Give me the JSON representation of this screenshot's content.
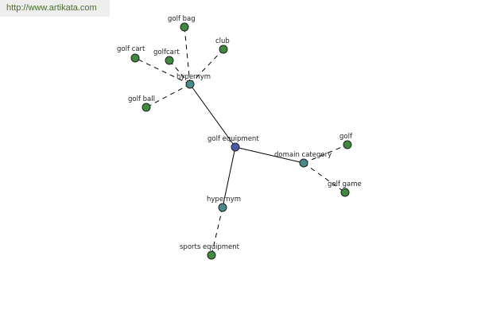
{
  "banner": {
    "url_text": "http://www.artikata.com"
  },
  "colors": {
    "root_node": "#4b58a8",
    "relation_node": "#4a8a8a",
    "leaf_node": "#3f8a3f",
    "node_stroke": "#222222",
    "edge": "#000000",
    "label": "#222222",
    "banner_text": "#4a6d2c",
    "banner_bg": "#eeeeee"
  },
  "graph": {
    "nodes": [
      {
        "id": "root",
        "label": "golf equipment",
        "kind": "root"
      },
      {
        "id": "rel_hypernym_top",
        "label": "hypernym",
        "kind": "relation"
      },
      {
        "id": "rel_domain",
        "label": "domain category",
        "kind": "relation"
      },
      {
        "id": "rel_hypernym_bottom",
        "label": "hypernym",
        "kind": "relation"
      },
      {
        "id": "leaf_golf_bag",
        "label": "golf bag",
        "kind": "leaf"
      },
      {
        "id": "leaf_golf_cart",
        "label": "golf cart",
        "kind": "leaf"
      },
      {
        "id": "leaf_golfcart",
        "label": "golfcart",
        "kind": "leaf"
      },
      {
        "id": "leaf_club",
        "label": "club",
        "kind": "leaf"
      },
      {
        "id": "leaf_golf_ball",
        "label": "golf ball",
        "kind": "leaf"
      },
      {
        "id": "leaf_golf",
        "label": "golf",
        "kind": "leaf"
      },
      {
        "id": "leaf_golf_game",
        "label": "golf game",
        "kind": "leaf"
      },
      {
        "id": "leaf_sports_equipment",
        "label": "sports equipment",
        "kind": "leaf"
      }
    ],
    "edges": [
      {
        "from": "root",
        "to": "rel_hypernym_top",
        "style": "solid"
      },
      {
        "from": "root",
        "to": "rel_domain",
        "style": "solid"
      },
      {
        "from": "root",
        "to": "rel_hypernym_bottom",
        "style": "solid"
      },
      {
        "from": "rel_hypernym_top",
        "to": "leaf_golf_bag",
        "style": "dashed"
      },
      {
        "from": "rel_hypernym_top",
        "to": "leaf_golf_cart",
        "style": "dashed"
      },
      {
        "from": "rel_hypernym_top",
        "to": "leaf_golfcart",
        "style": "dashed"
      },
      {
        "from": "rel_hypernym_top",
        "to": "leaf_club",
        "style": "dashed"
      },
      {
        "from": "rel_hypernym_top",
        "to": "leaf_golf_ball",
        "style": "dashed"
      },
      {
        "from": "rel_domain",
        "to": "leaf_golf",
        "style": "dashed"
      },
      {
        "from": "rel_domain",
        "to": "leaf_golf_game",
        "style": "dashed"
      },
      {
        "from": "rel_hypernym_bottom",
        "to": "leaf_sports_equipment",
        "style": "dashed"
      }
    ]
  }
}
